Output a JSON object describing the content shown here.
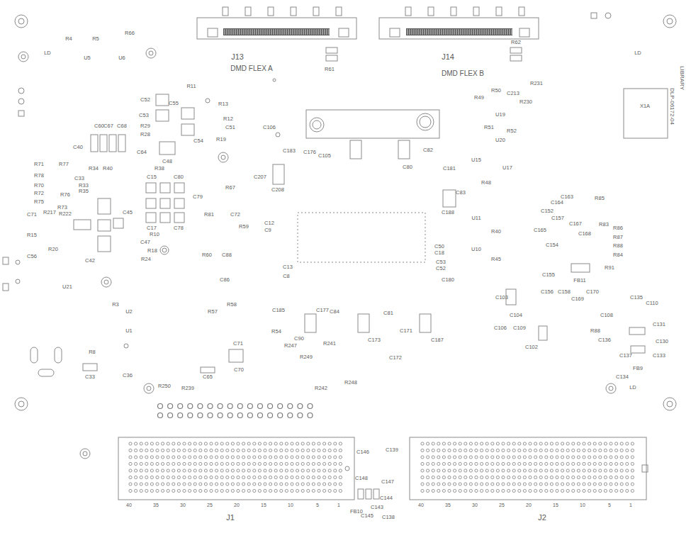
{
  "diagram": {
    "labels": [
      "J13",
      "DMD FLEX A",
      "J14",
      "DMD FLEX B",
      "R61",
      "R62",
      "R4",
      "R5",
      "R66",
      "LD",
      "U5",
      "U6",
      "LD",
      "R231",
      "R230",
      "C213",
      "LIBRARY",
      "DLP-06172-04",
      "X1A",
      "R49",
      "R50",
      "U19",
      "R51",
      "R52",
      "U20",
      "U15",
      "U17",
      "R48",
      "R11",
      "C52",
      "C53",
      "C55",
      "C54",
      "R13",
      "R12",
      "C51",
      "R19",
      "C48",
      "R29",
      "R28",
      "C60",
      "C67",
      "C68",
      "C40",
      "R71",
      "R77",
      "R78",
      "R70",
      "R72",
      "R76",
      "R75",
      "R73",
      "C33",
      "R34",
      "R40",
      "R33",
      "R35",
      "C64",
      "R38",
      "C15",
      "C80",
      "C79",
      "C17",
      "C78",
      "R67",
      "R81",
      "C72",
      "R59",
      "C71",
      "R217",
      "R222",
      "R15",
      "C56",
      "R20",
      "C42",
      "C45",
      "R24",
      "R10",
      "C47",
      "R18",
      "R60",
      "C88",
      "C86",
      "U21",
      "U2",
      "R3",
      "U1",
      "R8",
      "C33",
      "C36",
      "R250",
      "R239",
      "C65",
      "C71",
      "C70",
      "R57",
      "R58",
      "R54",
      "R247",
      "C185",
      "C90",
      "C177",
      "C84",
      "R249",
      "R241",
      "R242",
      "R248",
      "C173",
      "C81",
      "C171",
      "C172",
      "C187",
      "C106",
      "C183",
      "C176",
      "C105",
      "C80",
      "C82",
      "C181",
      "C83",
      "C207",
      "C208",
      "C188",
      "C180",
      "C12",
      "C9",
      "C13",
      "C8",
      "C50",
      "C18",
      "C53",
      "C52",
      "U11",
      "R40",
      "U10",
      "R45",
      "C163",
      "C164",
      "R85",
      "C152",
      "C157",
      "C167",
      "R83",
      "R86",
      "R87",
      "R88",
      "R84",
      "R91",
      "C165",
      "C154",
      "C155",
      "C168",
      "FB11",
      "C156",
      "C158",
      "C169",
      "C170",
      "C103",
      "C104",
      "C106",
      "C109",
      "C102",
      "C108",
      "C135",
      "C110",
      "C131",
      "C130",
      "C133",
      "C137",
      "FB9",
      "C134",
      "LD",
      "R88",
      "C136",
      "J1",
      "J2",
      "C146",
      "C139",
      "C148",
      "C147",
      "FB10",
      "C145",
      "C143",
      "C144",
      "C138",
      "40",
      "35",
      "30",
      "25",
      "20",
      "15",
      "10",
      "5",
      "1",
      "40",
      "35",
      "30",
      "25",
      "20",
      "15",
      "10",
      "5",
      "1"
    ]
  }
}
